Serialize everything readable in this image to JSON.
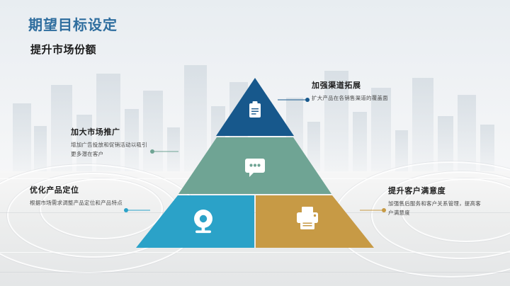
{
  "slide": {
    "title": "期望目标设定",
    "subtitle": "提升市场份额",
    "title_color": "#2e6d9e",
    "subtitle_color": "#1c1c1c"
  },
  "pyramid": {
    "levels": [
      {
        "id": "top",
        "name": "channel",
        "color": "#17588c",
        "icon": "clipboard-icon"
      },
      {
        "id": "middle",
        "name": "promotion",
        "color": "#6fa494",
        "icon": "chat-bubble-icon"
      },
      {
        "id": "bottom-left",
        "name": "product",
        "color": "#2ba2c8",
        "icon": "webcam-icon"
      },
      {
        "id": "bottom-right",
        "name": "customer",
        "color": "#c79a45",
        "icon": "printer-icon"
      }
    ]
  },
  "callouts": [
    {
      "id": "channel",
      "title": "加强渠道拓展",
      "desc": "扩大产品在各销售渠道的覆盖面",
      "connector_color": "#17588c",
      "side": "right"
    },
    {
      "id": "promotion",
      "title": "加大市场推广",
      "desc": "增加广告投放和促销活动以吸引更多潜在客户",
      "connector_color": "#6fa494",
      "side": "left"
    },
    {
      "id": "product",
      "title": "优化产品定位",
      "desc": "根据市场需求调整产品定位和产品特点",
      "connector_color": "#2ba2c8",
      "side": "left"
    },
    {
      "id": "customer",
      "title": "提升客户满意度",
      "desc": "加强售后服务和客户关系管理，提高客户满意度",
      "connector_color": "#c79a45",
      "side": "right"
    }
  ]
}
